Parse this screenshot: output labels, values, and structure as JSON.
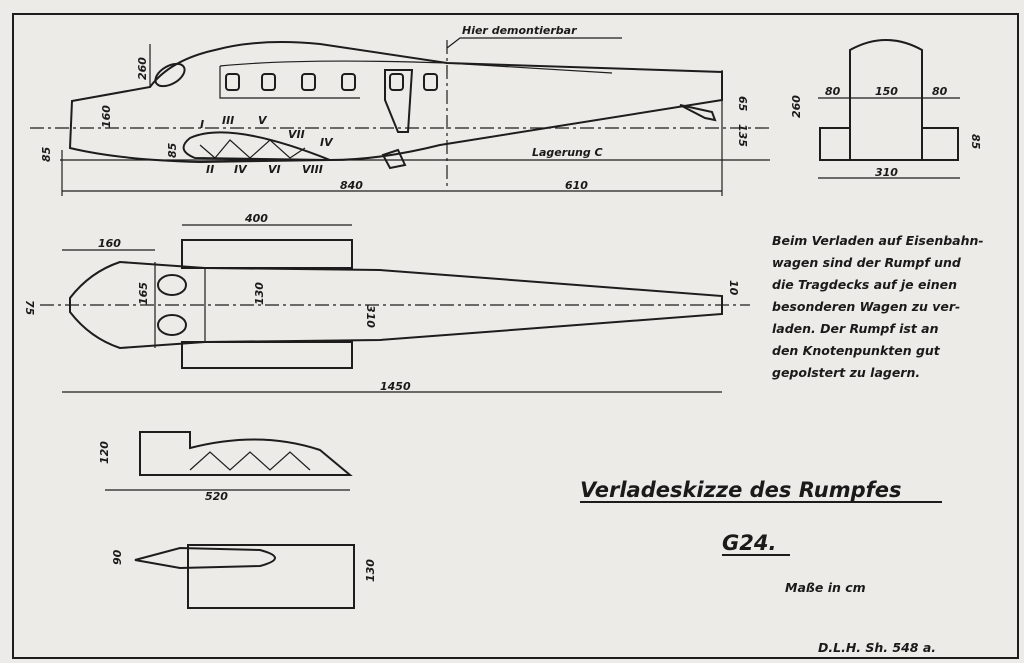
{
  "side_view": {
    "annotation": "Hier demontierbar",
    "support_label": "Lagerung C",
    "dims": {
      "height_total": "260",
      "nose_height": "160",
      "nose_base": "85",
      "wing_height": "85",
      "front_length": "840",
      "rear_length": "610",
      "tail_top": "65",
      "tail_bottom": "135"
    },
    "frame_numerals_top": [
      "I",
      "III",
      "V",
      "VII",
      "IV"
    ],
    "frame_numerals_bottom": [
      "II",
      "IV",
      "VI",
      "VIII"
    ]
  },
  "front_view": {
    "dims": {
      "left": "80",
      "center": "150",
      "right": "80",
      "height": "260",
      "stub_height": "85",
      "width": "310"
    }
  },
  "plan_view": {
    "dims": {
      "stub_length": "400",
      "nose_length": "160",
      "spinner": "75",
      "nose_width": "165",
      "body_width": "130",
      "span": "310",
      "tail": "10",
      "total_length": "1450"
    }
  },
  "note_lines": [
    "Beim Verladen auf Eisenbahn-",
    "wagen sind der Rumpf und",
    "die Tragdecks auf je einen",
    "besonderen Wagen zu ver-",
    "laden. Der Rumpf ist an",
    "den Knotenpunkten gut",
    "gepolstert zu lagern."
  ],
  "wing_side": {
    "height": "120",
    "length": "520"
  },
  "wing_plan": {
    "height_left": "90",
    "height_right": "130"
  },
  "title": "Verladeskizze des Rumpfes",
  "model": "G24.",
  "units": "Maße in cm",
  "drawing_number": "D.L.H. Sh. 548 a."
}
